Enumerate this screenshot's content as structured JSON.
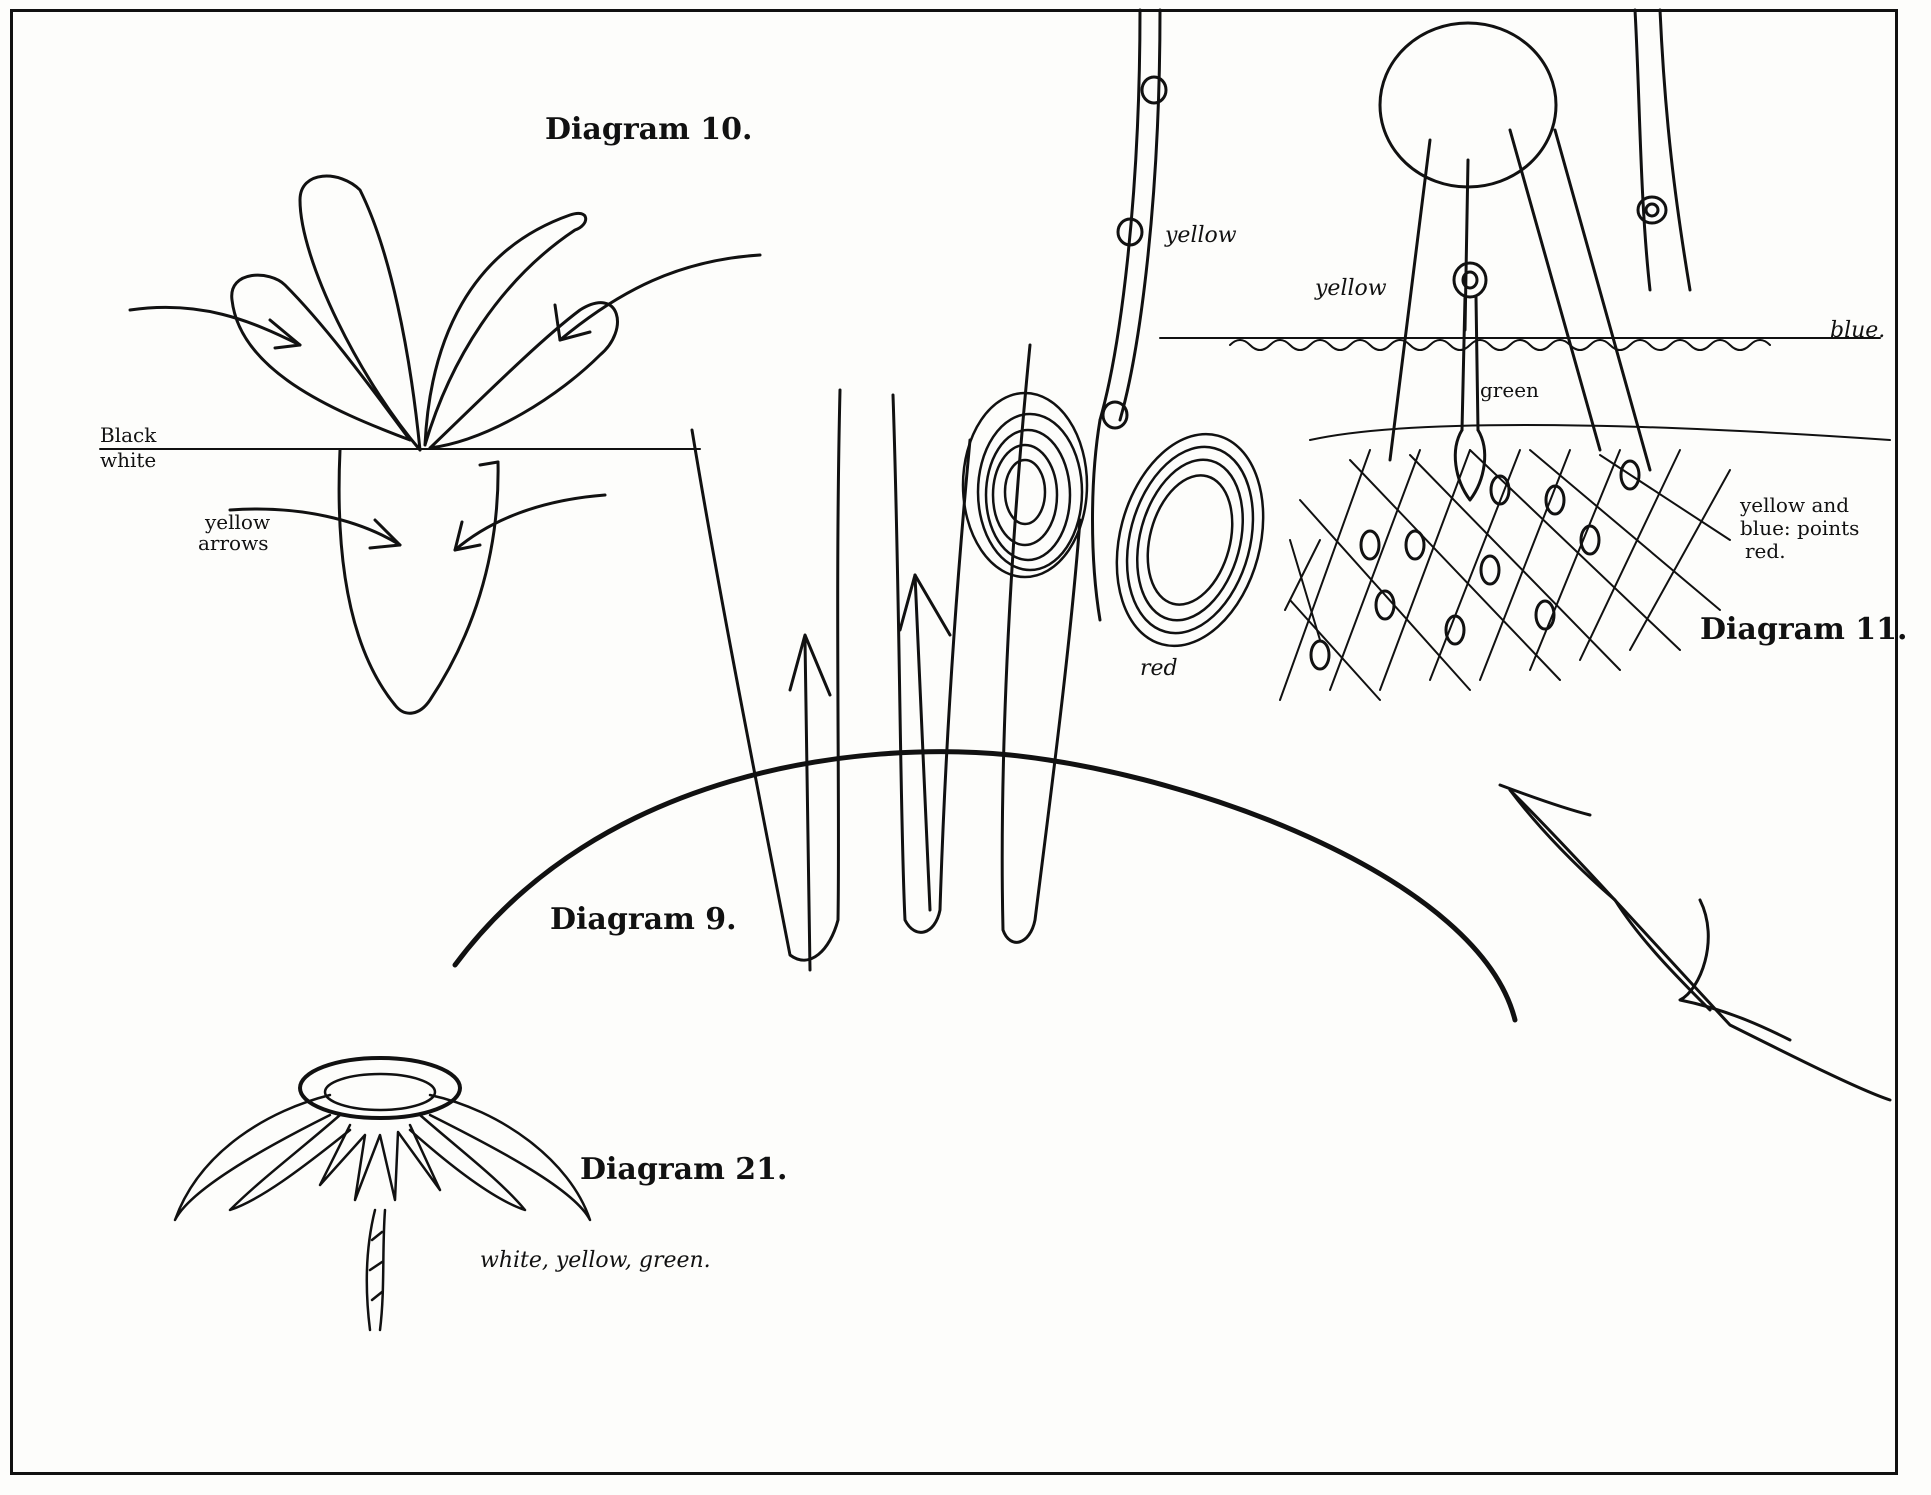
{
  "diagram_10": {
    "title": "Diagram 10.",
    "label_black": "Black",
    "label_white": "white",
    "label_arrows_1": "yellow",
    "label_arrows_2": "arrows"
  },
  "diagram_9": {
    "title": "Diagram 9.",
    "label_yellow": "yellow",
    "label_red": "red"
  },
  "diagram_11": {
    "title": "Diagram 11.",
    "label_yellow": "yellow",
    "label_blue": "blue.",
    "label_green": "green",
    "label_points_1": "yellow and",
    "label_points_2": "blue: points",
    "label_points_3": "red."
  },
  "diagram_21": {
    "title": "Diagram 21.",
    "label_colours": "white, yellow, green."
  },
  "colors": {
    "ink": "#111111",
    "paper": "#fdfdfb"
  }
}
